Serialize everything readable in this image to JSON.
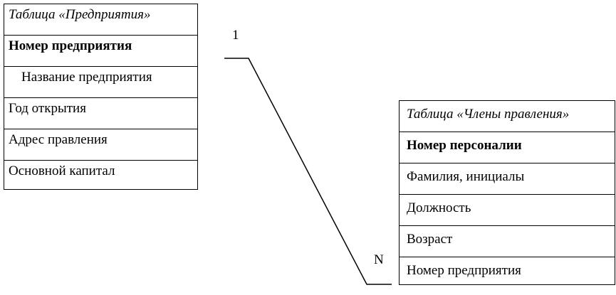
{
  "tables": {
    "enterprises": {
      "title": "Таблица «Предприятия»",
      "fields": [
        "Номер предприятия",
        "Название предприятия",
        "Год открытия",
        "Адрес правления",
        "Основной капитал"
      ]
    },
    "board_members": {
      "title": "Таблица «Члены правления»",
      "fields": [
        "Номер персоналии",
        "Фамилия, инициалы",
        "Должность",
        "Возраст",
        "Номер предприятия"
      ]
    }
  },
  "relationship": {
    "from_cardinality": "1",
    "to_cardinality": "N"
  }
}
